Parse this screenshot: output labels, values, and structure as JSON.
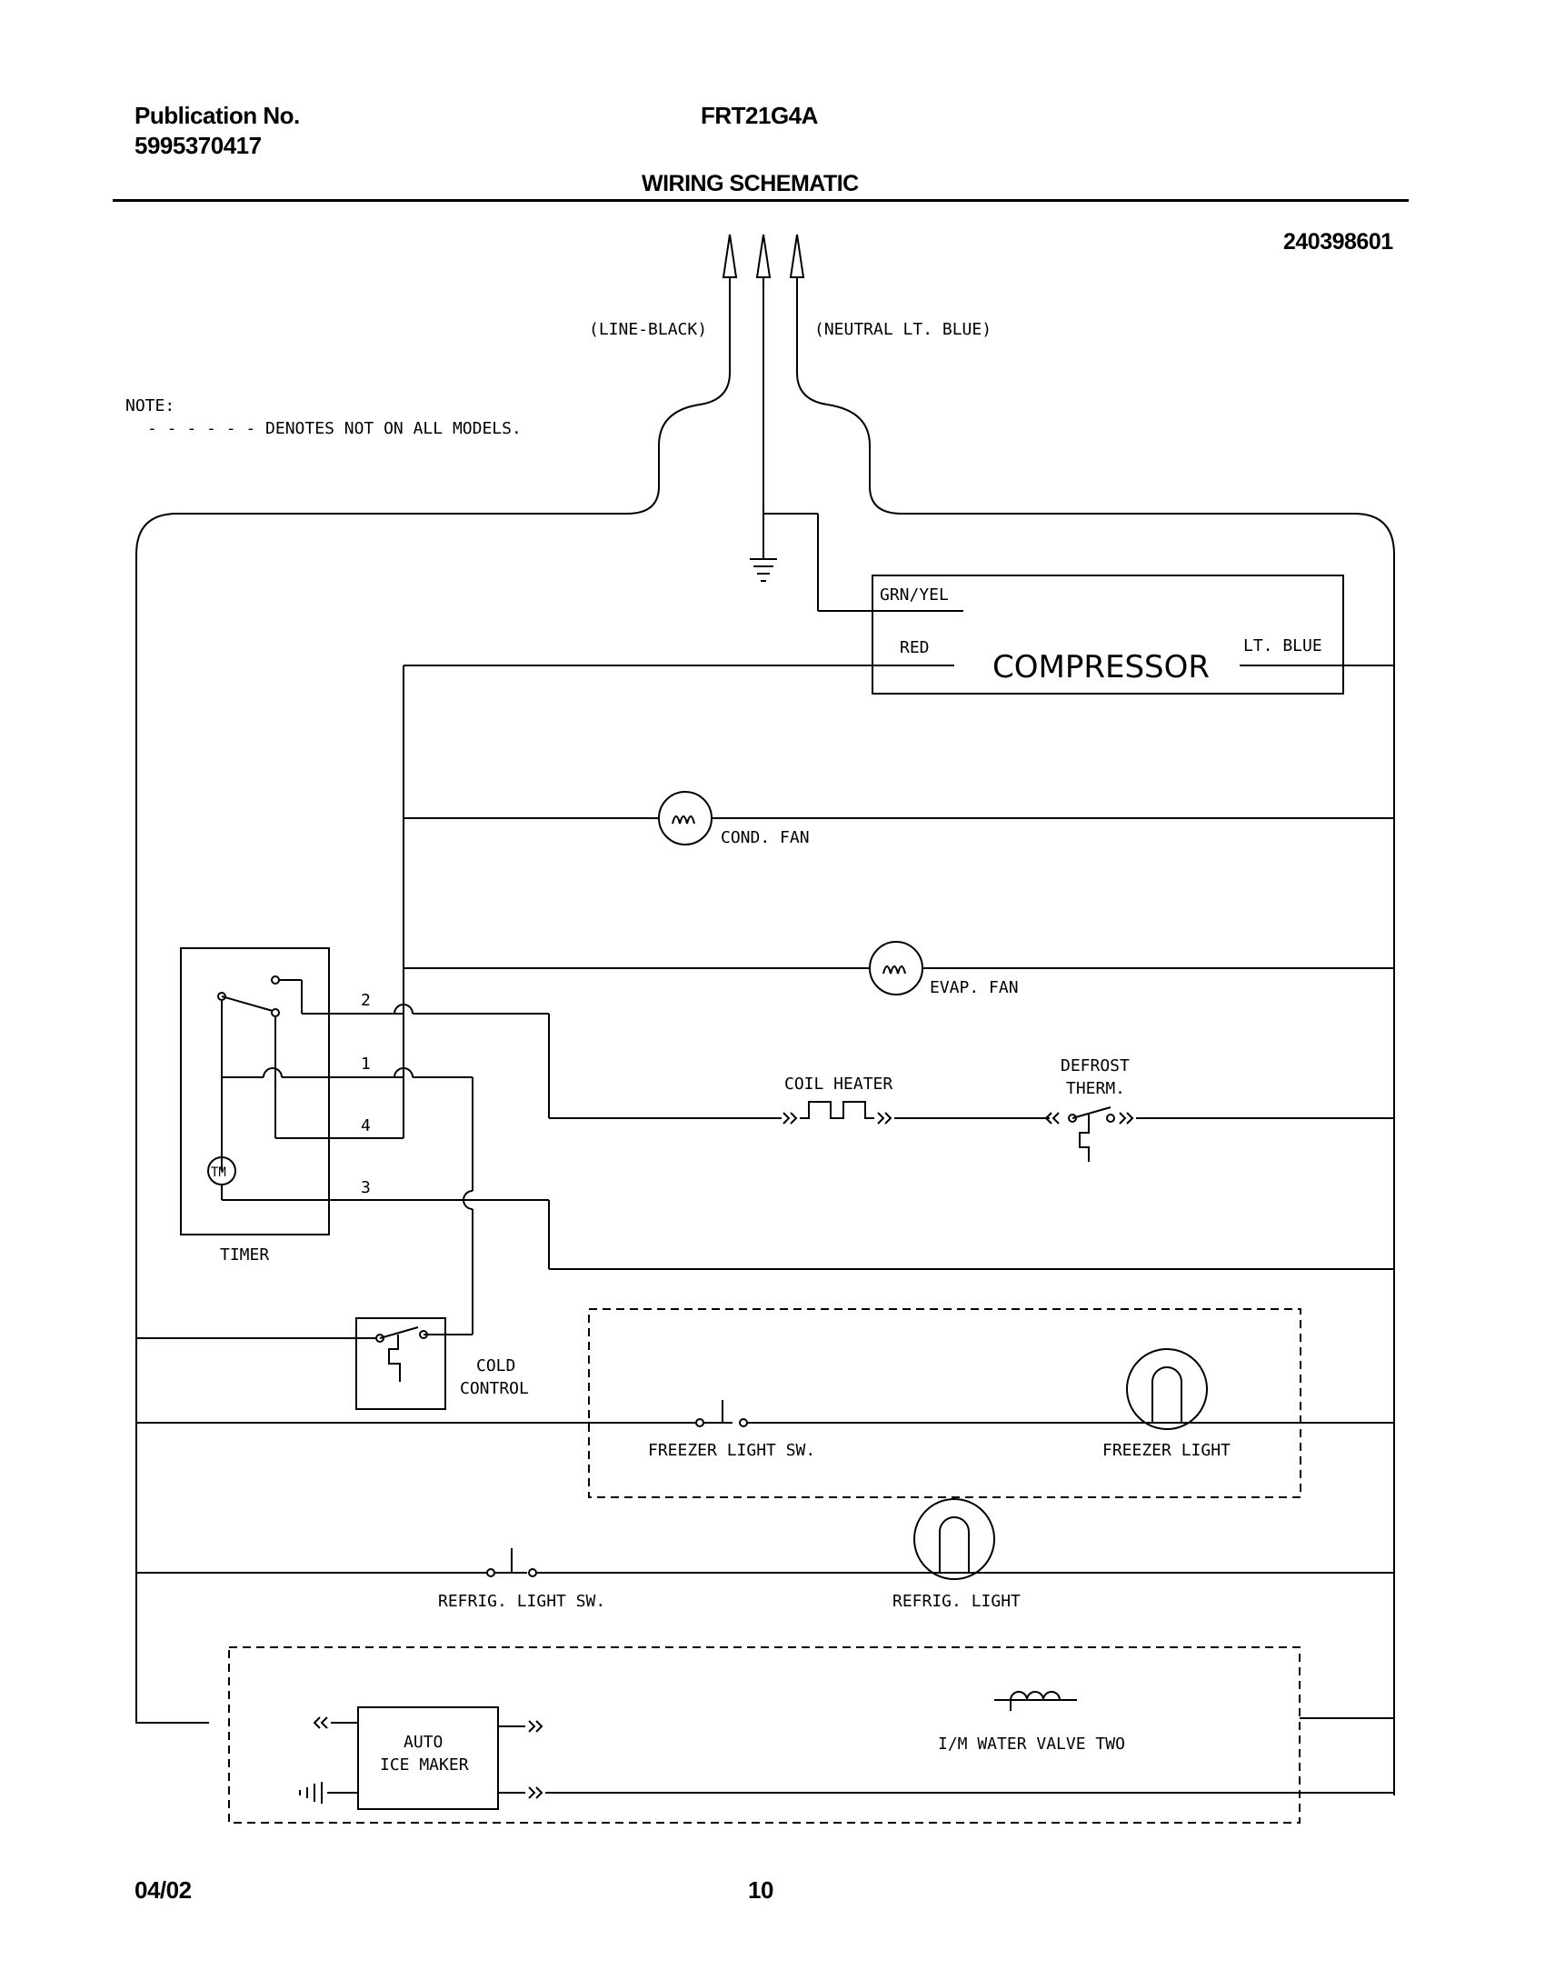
{
  "header": {
    "publication_label": "Publication No.",
    "publication_number": "5995370417",
    "model": "FRT21G4A",
    "title": "WIRING SCHEMATIC",
    "diagram_number": "240398601"
  },
  "footer": {
    "date": "04/02",
    "page": "10"
  },
  "note": {
    "label": "NOTE:",
    "text": "- - - - - - DENOTES NOT ON ALL MODELS."
  },
  "power": {
    "line": "(LINE-BLACK)",
    "neutral": "(NEUTRAL LT. BLUE)"
  },
  "compressor": {
    "name": "COMPRESSOR",
    "ground_wire": "GRN/YEL",
    "left_wire": "RED",
    "right_wire": "LT. BLUE"
  },
  "components": {
    "cond_fan": "COND. FAN",
    "evap_fan": "EVAP. FAN",
    "coil_heater": "COIL HEATER",
    "defrost_therm_1": "DEFROST",
    "defrost_therm_2": "THERM.",
    "timer": "TIMER",
    "timer_motor": "TM",
    "cold_control_1": "COLD",
    "cold_control_2": "CONTROL",
    "freezer_light_sw": "FREEZER LIGHT SW.",
    "freezer_light": "FREEZER LIGHT",
    "refrig_light_sw": "REFRIG. LIGHT SW.",
    "refrig_light": "REFRIG. LIGHT",
    "ice_maker_1": "AUTO",
    "ice_maker_2": "ICE MAKER",
    "water_valve": "I/M WATER VALVE TWO"
  },
  "timer_terminals": [
    "2",
    "1",
    "4",
    "3"
  ]
}
